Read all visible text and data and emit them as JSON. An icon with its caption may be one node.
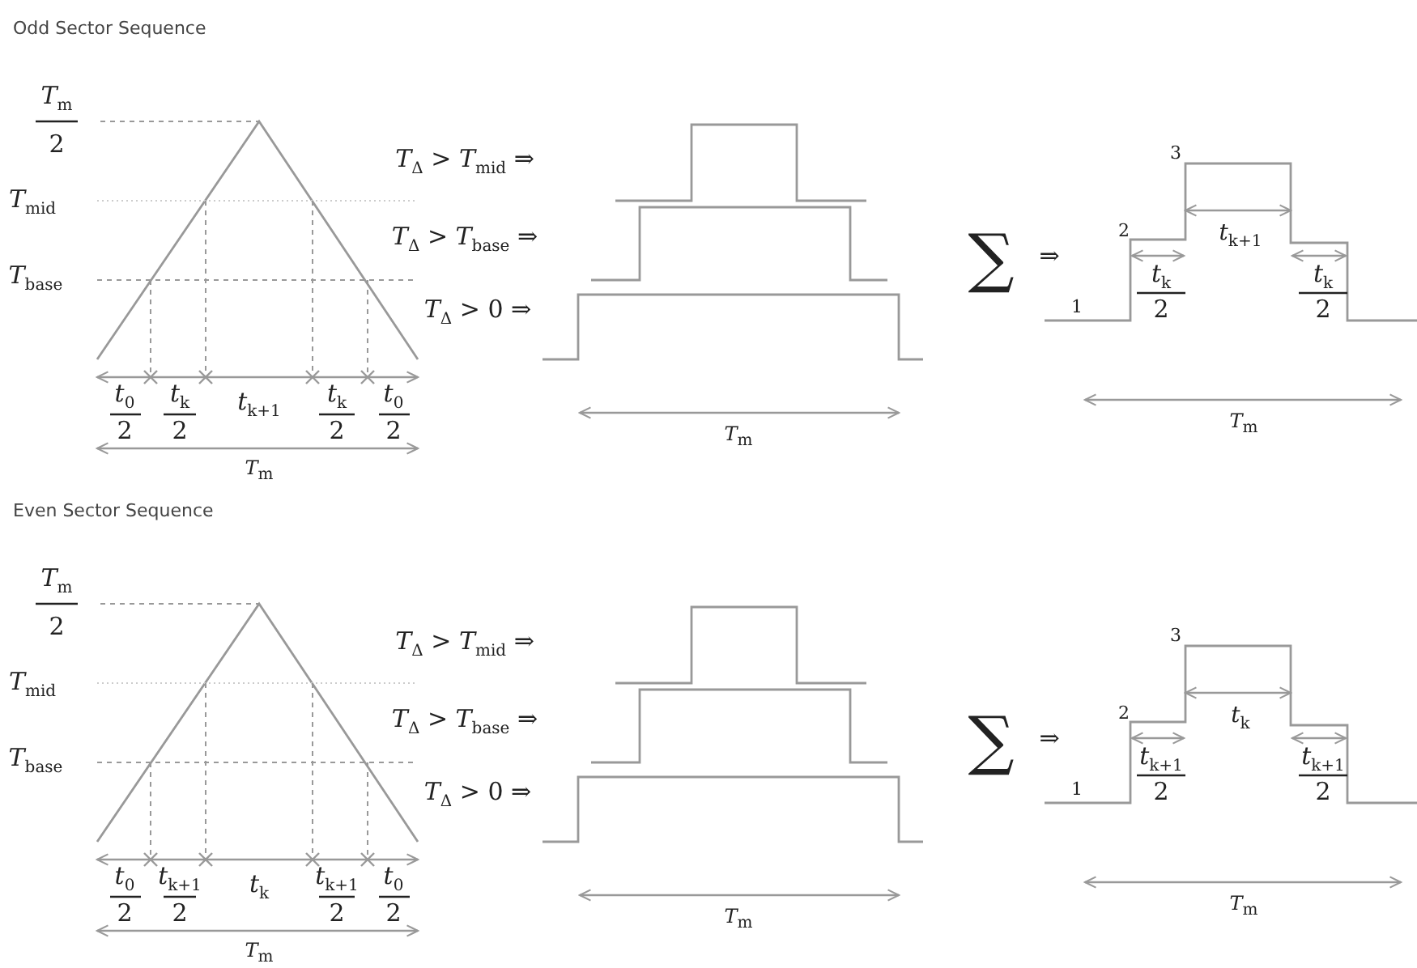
{
  "diagram": {
    "labels": [
      "Odd Sector Sequence",
      "*T*$_{m}$",
      "2",
      "*T*$_{mid}$",
      "*T*$_{base}$",
      "*T*$_{Δ}$ > *T*$_{mid}$  ⇒",
      "*T*$_{Δ}$ > *T*$_{base}$  ⇒",
      "*T*$_{Δ}$ > 0 ⇒",
      "*t*$_{0}$",
      "2",
      "*t*$_{k}$",
      "2",
      "*t*$_{k+1}$",
      "*t*$_{k}$",
      "2",
      "*t*$_{0}$",
      "2",
      "*T*$_{m}$",
      "*T*$_{m}$",
      "∑",
      "⇒",
      "3",
      "2",
      "*t*$_{k+1}$",
      "*t*$_{k}$",
      "2",
      "1",
      "*t*$_{k}$",
      "2",
      "*T*$_{m}$",
      "Even Sector Sequence",
      "*T*$_{m}$",
      "2",
      "*T*$_{mid}$",
      "*T*$_{base}$",
      "*T*$_{Δ}$ > *T*$_{mid}$  ⇒",
      "*T*$_{Δ}$ > *T*$_{base}$  ⇒",
      "*T*$_{Δ}$ > 0 ⇒",
      "*t*$_{0}$",
      "2",
      "*t*$_{k+1}$",
      "2",
      "*t*$_{k}$",
      "*t*$_{k+1}$",
      "2",
      "*t*$_{0}$",
      "2",
      "*T*$_{m}$",
      "*T*$_{m}$",
      "∑",
      "⇒",
      "3",
      "2",
      "*t*$_{k}$",
      "*t*$_{k+1}$",
      "2",
      "1",
      "*t*$_{k+1}$",
      "2",
      "*T*$_{m}$"
    ]
  }
}
